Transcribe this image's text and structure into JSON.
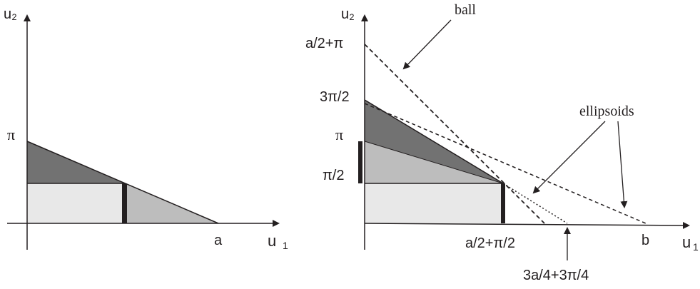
{
  "left_panel": {
    "axis_y_label": "u₂",
    "axis_x_label": "u",
    "axis_x_subscript": "1",
    "tick_pi": "π",
    "tick_a": "a"
  },
  "right_panel": {
    "axis_y_label": "u₂",
    "axis_x_label": "u",
    "axis_x_subscript": "1",
    "tick_a2_plus_pi": "a/2+π",
    "tick_3pi_2": "3π/2",
    "tick_pi": "π",
    "tick_pi_2": "π/2",
    "tick_a2_plus_pi2": "a/2+π/2",
    "tick_b": "b",
    "tick_3a4": "3a/4+3π/4",
    "label_ball": "ball",
    "label_ellipsoids": "ellipsoids"
  },
  "colors": {
    "dark_region": "#727272",
    "mid_region": "#bdbdbd",
    "light_region": "#e8e8e8",
    "ink": "#231f20"
  }
}
